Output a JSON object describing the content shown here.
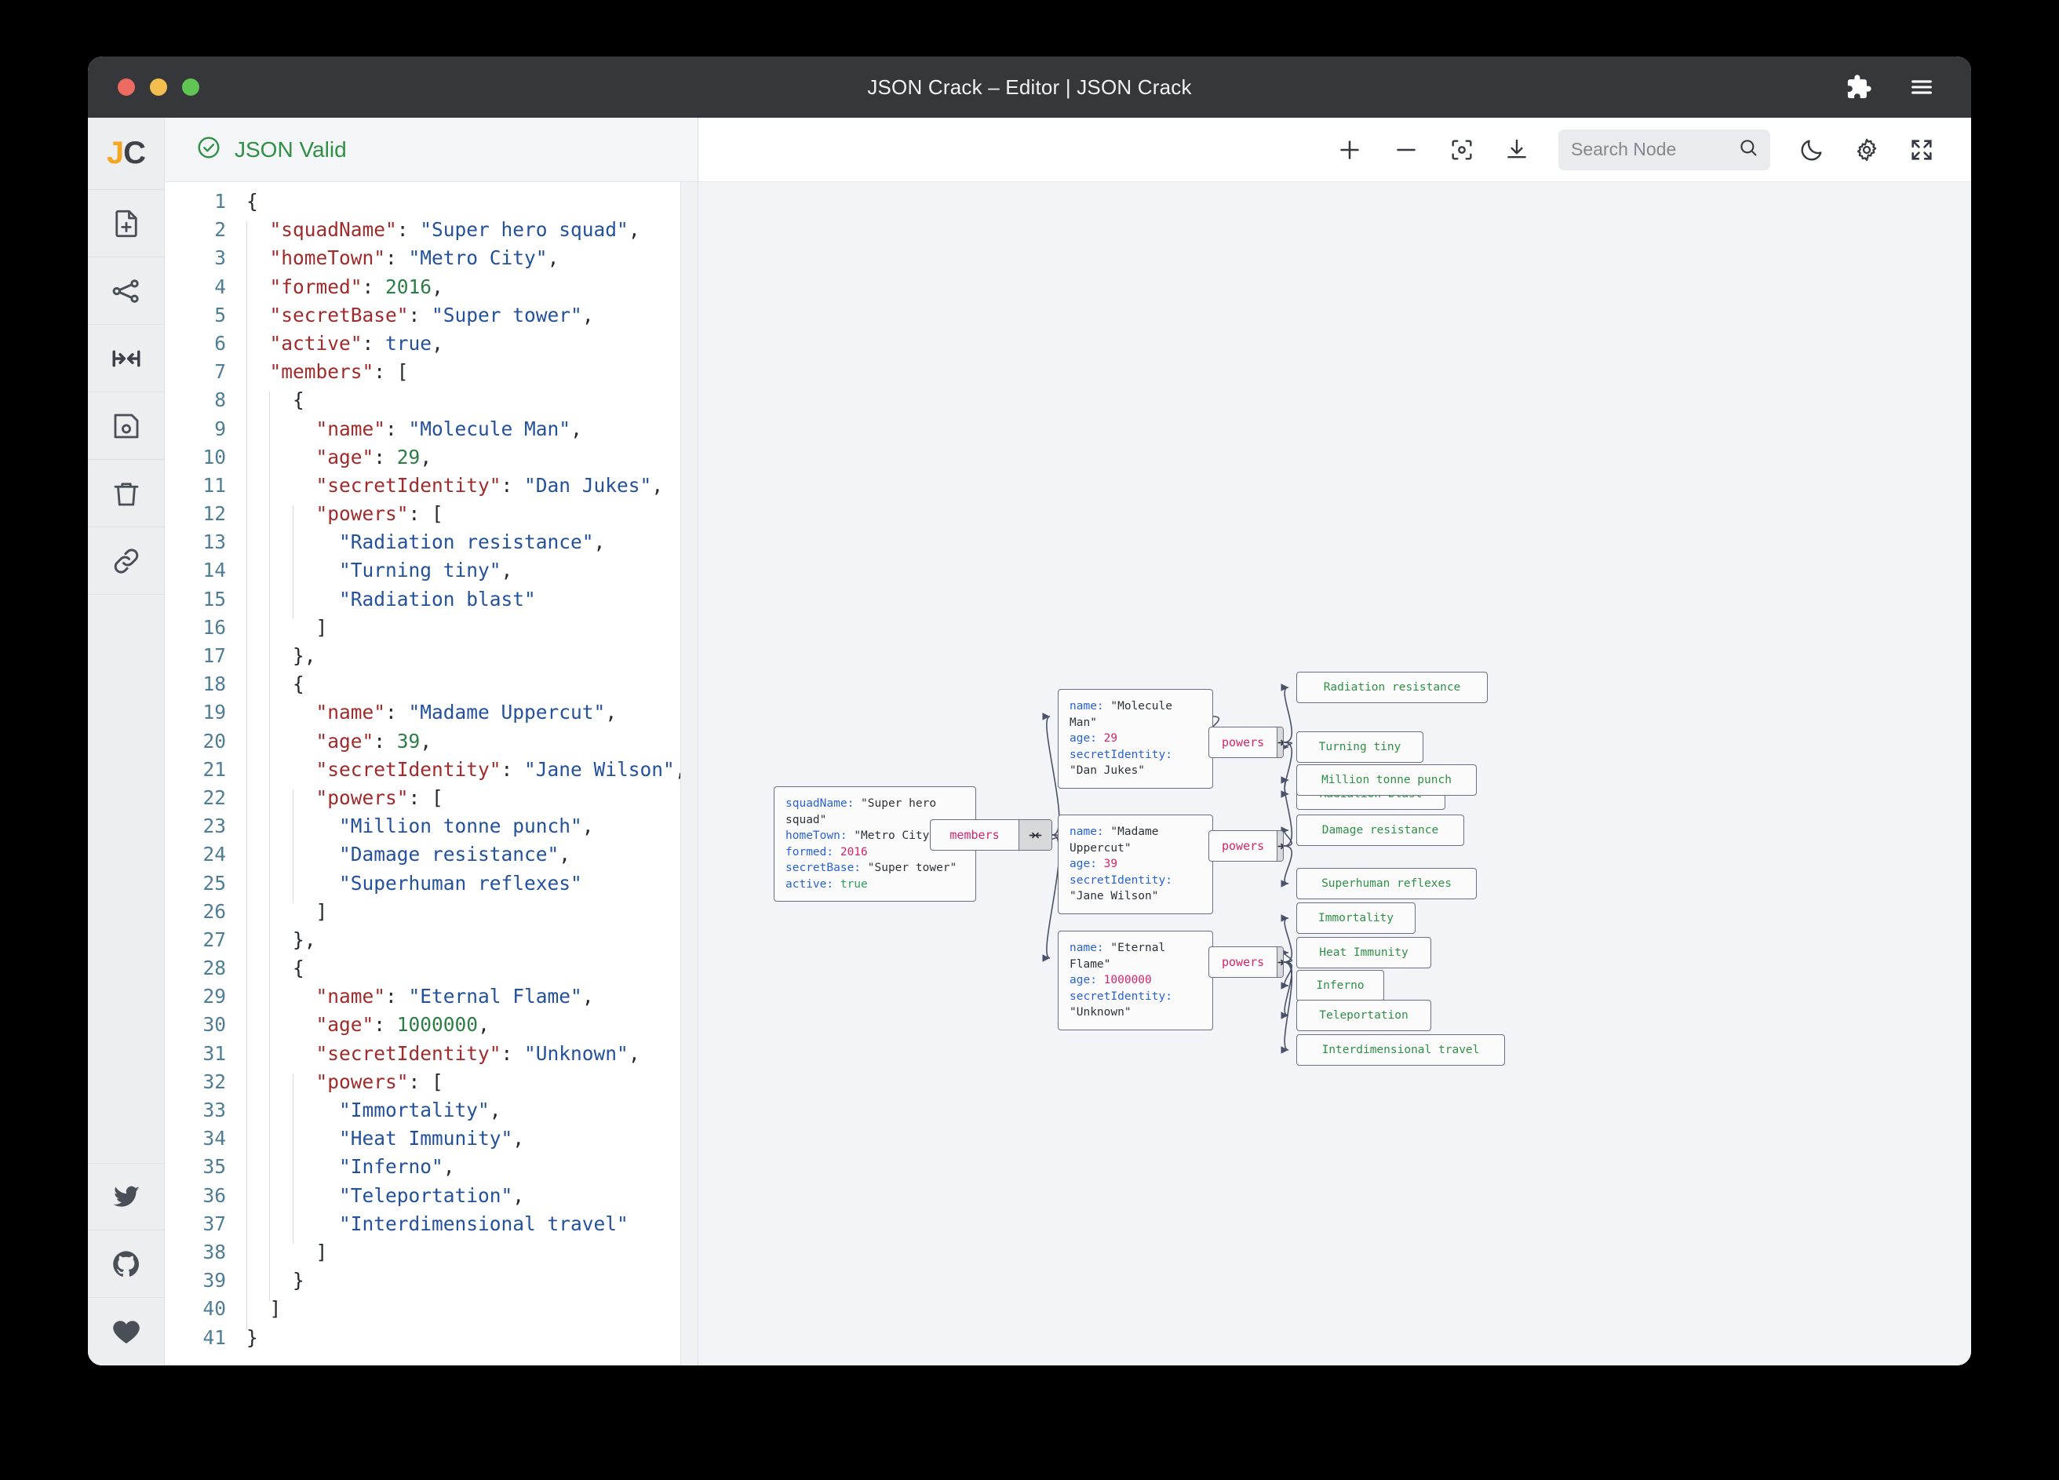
{
  "window": {
    "title": "JSON Crack – Editor | JSON Crack",
    "traffic_lights": [
      "close",
      "minimize",
      "zoom"
    ],
    "title_right_icons": [
      "puzzle-extension-icon",
      "hamburger-menu-icon"
    ]
  },
  "rail": {
    "logo": {
      "j": "J",
      "c": "C"
    },
    "items": [
      {
        "name": "new-file-icon"
      },
      {
        "name": "share-graph-icon"
      },
      {
        "name": "collapse-horizontal-icon"
      },
      {
        "name": "save-icon"
      },
      {
        "name": "delete-trash-icon"
      },
      {
        "name": "link-icon"
      }
    ],
    "bottom_items": [
      {
        "name": "twitter-icon"
      },
      {
        "name": "github-icon"
      },
      {
        "name": "heart-icon"
      }
    ]
  },
  "editor": {
    "status": "JSON Valid",
    "status_icon": "check-circle-icon",
    "status_color": "#2f8f46",
    "line_count": 41,
    "lines": [
      {
        "n": 1,
        "tokens": [
          [
            "p",
            "{"
          ]
        ]
      },
      {
        "n": 2,
        "tokens": [
          [
            "p",
            "  "
          ],
          [
            "k",
            "\"squadName\""
          ],
          [
            "p",
            ": "
          ],
          [
            "s",
            "\"Super hero squad\""
          ],
          [
            "p",
            ","
          ]
        ]
      },
      {
        "n": 3,
        "tokens": [
          [
            "p",
            "  "
          ],
          [
            "k",
            "\"homeTown\""
          ],
          [
            "p",
            ": "
          ],
          [
            "s",
            "\"Metro City\""
          ],
          [
            "p",
            ","
          ]
        ]
      },
      {
        "n": 4,
        "tokens": [
          [
            "p",
            "  "
          ],
          [
            "k",
            "\"formed\""
          ],
          [
            "p",
            ": "
          ],
          [
            "n",
            "2016"
          ],
          [
            "p",
            ","
          ]
        ]
      },
      {
        "n": 5,
        "tokens": [
          [
            "p",
            "  "
          ],
          [
            "k",
            "\"secretBase\""
          ],
          [
            "p",
            ": "
          ],
          [
            "s",
            "\"Super tower\""
          ],
          [
            "p",
            ","
          ]
        ]
      },
      {
        "n": 6,
        "tokens": [
          [
            "p",
            "  "
          ],
          [
            "k",
            "\"active\""
          ],
          [
            "p",
            ": "
          ],
          [
            "b",
            "true"
          ],
          [
            "p",
            ","
          ]
        ]
      },
      {
        "n": 7,
        "tokens": [
          [
            "p",
            "  "
          ],
          [
            "k",
            "\"members\""
          ],
          [
            "p",
            ": ["
          ]
        ]
      },
      {
        "n": 8,
        "tokens": [
          [
            "p",
            "    {"
          ]
        ]
      },
      {
        "n": 9,
        "tokens": [
          [
            "p",
            "      "
          ],
          [
            "k",
            "\"name\""
          ],
          [
            "p",
            ": "
          ],
          [
            "s",
            "\"Molecule Man\""
          ],
          [
            "p",
            ","
          ]
        ]
      },
      {
        "n": 10,
        "tokens": [
          [
            "p",
            "      "
          ],
          [
            "k",
            "\"age\""
          ],
          [
            "p",
            ": "
          ],
          [
            "n",
            "29"
          ],
          [
            "p",
            ","
          ]
        ]
      },
      {
        "n": 11,
        "tokens": [
          [
            "p",
            "      "
          ],
          [
            "k",
            "\"secretIdentity\""
          ],
          [
            "p",
            ": "
          ],
          [
            "s",
            "\"Dan Jukes\""
          ],
          [
            "p",
            ","
          ]
        ]
      },
      {
        "n": 12,
        "tokens": [
          [
            "p",
            "      "
          ],
          [
            "k",
            "\"powers\""
          ],
          [
            "p",
            ": ["
          ]
        ]
      },
      {
        "n": 13,
        "tokens": [
          [
            "p",
            "        "
          ],
          [
            "s",
            "\"Radiation resistance\""
          ],
          [
            "p",
            ","
          ]
        ]
      },
      {
        "n": 14,
        "tokens": [
          [
            "p",
            "        "
          ],
          [
            "s",
            "\"Turning tiny\""
          ],
          [
            "p",
            ","
          ]
        ]
      },
      {
        "n": 15,
        "tokens": [
          [
            "p",
            "        "
          ],
          [
            "s",
            "\"Radiation blast\""
          ]
        ]
      },
      {
        "n": 16,
        "tokens": [
          [
            "p",
            "      ]"
          ]
        ]
      },
      {
        "n": 17,
        "tokens": [
          [
            "p",
            "    },"
          ]
        ]
      },
      {
        "n": 18,
        "tokens": [
          [
            "p",
            "    {"
          ]
        ]
      },
      {
        "n": 19,
        "tokens": [
          [
            "p",
            "      "
          ],
          [
            "k",
            "\"name\""
          ],
          [
            "p",
            ": "
          ],
          [
            "s",
            "\"Madame Uppercut\""
          ],
          [
            "p",
            ","
          ]
        ]
      },
      {
        "n": 20,
        "tokens": [
          [
            "p",
            "      "
          ],
          [
            "k",
            "\"age\""
          ],
          [
            "p",
            ": "
          ],
          [
            "n",
            "39"
          ],
          [
            "p",
            ","
          ]
        ]
      },
      {
        "n": 21,
        "tokens": [
          [
            "p",
            "      "
          ],
          [
            "k",
            "\"secretIdentity\""
          ],
          [
            "p",
            ": "
          ],
          [
            "s",
            "\"Jane Wilson\""
          ],
          [
            "p",
            ","
          ]
        ]
      },
      {
        "n": 22,
        "tokens": [
          [
            "p",
            "      "
          ],
          [
            "k",
            "\"powers\""
          ],
          [
            "p",
            ": ["
          ]
        ]
      },
      {
        "n": 23,
        "tokens": [
          [
            "p",
            "        "
          ],
          [
            "s",
            "\"Million tonne punch\""
          ],
          [
            "p",
            ","
          ]
        ]
      },
      {
        "n": 24,
        "tokens": [
          [
            "p",
            "        "
          ],
          [
            "s",
            "\"Damage resistance\""
          ],
          [
            "p",
            ","
          ]
        ]
      },
      {
        "n": 25,
        "tokens": [
          [
            "p",
            "        "
          ],
          [
            "s",
            "\"Superhuman reflexes\""
          ]
        ]
      },
      {
        "n": 26,
        "tokens": [
          [
            "p",
            "      ]"
          ]
        ]
      },
      {
        "n": 27,
        "tokens": [
          [
            "p",
            "    },"
          ]
        ]
      },
      {
        "n": 28,
        "tokens": [
          [
            "p",
            "    {"
          ]
        ]
      },
      {
        "n": 29,
        "tokens": [
          [
            "p",
            "      "
          ],
          [
            "k",
            "\"name\""
          ],
          [
            "p",
            ": "
          ],
          [
            "s",
            "\"Eternal Flame\""
          ],
          [
            "p",
            ","
          ]
        ]
      },
      {
        "n": 30,
        "tokens": [
          [
            "p",
            "      "
          ],
          [
            "k",
            "\"age\""
          ],
          [
            "p",
            ": "
          ],
          [
            "n",
            "1000000"
          ],
          [
            "p",
            ","
          ]
        ]
      },
      {
        "n": 31,
        "tokens": [
          [
            "p",
            "      "
          ],
          [
            "k",
            "\"secretIdentity\""
          ],
          [
            "p",
            ": "
          ],
          [
            "s",
            "\"Unknown\""
          ],
          [
            "p",
            ","
          ]
        ]
      },
      {
        "n": 32,
        "tokens": [
          [
            "p",
            "      "
          ],
          [
            "k",
            "\"powers\""
          ],
          [
            "p",
            ": ["
          ]
        ]
      },
      {
        "n": 33,
        "tokens": [
          [
            "p",
            "        "
          ],
          [
            "s",
            "\"Immortality\""
          ],
          [
            "p",
            ","
          ]
        ]
      },
      {
        "n": 34,
        "tokens": [
          [
            "p",
            "        "
          ],
          [
            "s",
            "\"Heat Immunity\""
          ],
          [
            "p",
            ","
          ]
        ]
      },
      {
        "n": 35,
        "tokens": [
          [
            "p",
            "        "
          ],
          [
            "s",
            "\"Inferno\""
          ],
          [
            "p",
            ","
          ]
        ]
      },
      {
        "n": 36,
        "tokens": [
          [
            "p",
            "        "
          ],
          [
            "s",
            "\"Teleportation\""
          ],
          [
            "p",
            ","
          ]
        ]
      },
      {
        "n": 37,
        "tokens": [
          [
            "p",
            "        "
          ],
          [
            "s",
            "\"Interdimensional travel\""
          ]
        ]
      },
      {
        "n": 38,
        "tokens": [
          [
            "p",
            "      ]"
          ]
        ]
      },
      {
        "n": 39,
        "tokens": [
          [
            "p",
            "    }"
          ]
        ]
      },
      {
        "n": 40,
        "tokens": [
          [
            "p",
            "  ]"
          ]
        ]
      },
      {
        "n": 41,
        "tokens": [
          [
            "p",
            "}"
          ]
        ]
      }
    ]
  },
  "toolbar": {
    "zoom_in_icon": "plus-icon",
    "zoom_out_icon": "minus-icon",
    "center_icon": "center-focus-icon",
    "download_icon": "download-icon",
    "search_placeholder": "Search Node",
    "search_value": "",
    "search_icon": "search-icon",
    "theme_icon": "moon-icon",
    "settings_icon": "gear-icon",
    "fullscreen_icon": "fullscreen-icon"
  },
  "graph": {
    "root_node": {
      "rows": [
        {
          "key": "squadName",
          "value": "\"Super hero squad\"",
          "type": "string"
        },
        {
          "key": "homeTown",
          "value": "\"Metro City\"",
          "type": "string"
        },
        {
          "key": "formed",
          "value": "2016",
          "type": "number"
        },
        {
          "key": "secretBase",
          "value": "\"Super tower\"",
          "type": "string"
        },
        {
          "key": "active",
          "value": "true",
          "type": "boolean"
        }
      ]
    },
    "members_node": {
      "label": "members",
      "collapse_icon": "collapse-arrows-icon"
    },
    "members": [
      {
        "rows": [
          {
            "key": "name",
            "value": "\"Molecule Man\"",
            "type": "string"
          },
          {
            "key": "age",
            "value": "29",
            "type": "number"
          },
          {
            "key": "secretIdentity",
            "value": "\"Dan Jukes\"",
            "type": "string"
          }
        ],
        "powers_label": "powers",
        "powers": [
          "Radiation resistance",
          "Turning tiny",
          "Radiation blast"
        ]
      },
      {
        "rows": [
          {
            "key": "name",
            "value": "\"Madame Uppercut\"",
            "type": "string"
          },
          {
            "key": "age",
            "value": "39",
            "type": "number"
          },
          {
            "key": "secretIdentity",
            "value": "\"Jane Wilson\"",
            "type": "string"
          }
        ],
        "powers_label": "powers",
        "powers": [
          "Million tonne punch",
          "Damage resistance",
          "Superhuman reflexes"
        ]
      },
      {
        "rows": [
          {
            "key": "name",
            "value": "\"Eternal Flame\"",
            "type": "string"
          },
          {
            "key": "age",
            "value": "1000000",
            "type": "number"
          },
          {
            "key": "secretIdentity",
            "value": "\"Unknown\"",
            "type": "string"
          }
        ],
        "powers_label": "powers",
        "powers": [
          "Immortality",
          "Heat Immunity",
          "Inferno",
          "Teleportation",
          "Interdimensional travel"
        ]
      }
    ]
  },
  "colors": {
    "valid_green": "#2f8f46",
    "node_key_blue": "#2962d6",
    "node_number_pink": "#d6246b",
    "node_bool_green": "#2e9e5b",
    "leaf_green": "#2f8f46",
    "parent_label_pink": "#d6246b",
    "titlebar": "#35373b",
    "canvas": "#f2f4f7"
  }
}
